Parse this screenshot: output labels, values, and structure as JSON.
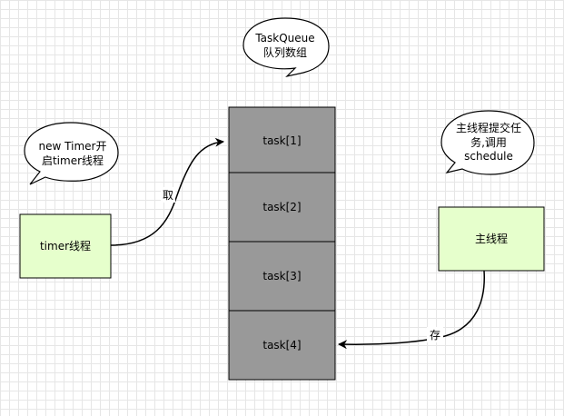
{
  "bubbles": {
    "taskqueue": {
      "line1": "TaskQueue",
      "line2": "队列数组"
    },
    "timer": {
      "line1": "new Timer开",
      "line2": "启timer线程"
    },
    "main": {
      "line1": "主线程提交任",
      "line2": "务,调用",
      "line3": "schedule"
    }
  },
  "queue": {
    "cells": [
      "task[1]",
      "task[2]",
      "task[3]",
      "task[4]"
    ]
  },
  "nodes": {
    "timer_thread": "timer线程",
    "main_thread": "主线程"
  },
  "edges": {
    "take": "取",
    "store": "存"
  },
  "colors": {
    "queue_fill": "#999999",
    "node_fill": "#e6ffcc",
    "stroke": "#000000"
  }
}
